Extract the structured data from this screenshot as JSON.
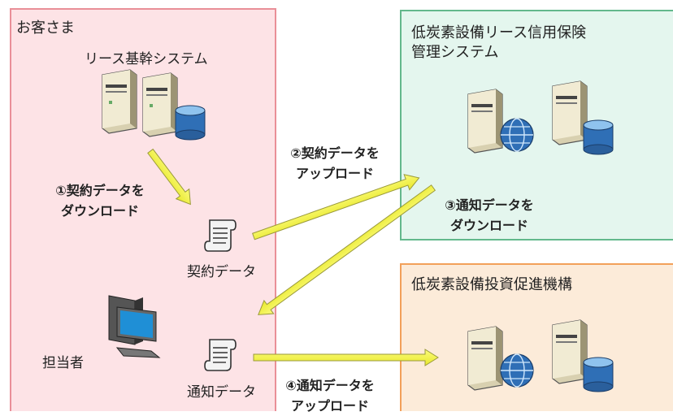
{
  "customer": {
    "title": "お客さま",
    "system_label": "リース基幹システム",
    "contract_doc_label": "契約データ",
    "notice_doc_label": "通知データ",
    "person_label": "担当者"
  },
  "mgmt": {
    "title_line1": "低炭素設備リース信用保険",
    "title_line2": "管理システム"
  },
  "agency": {
    "title": "低炭素設備投資促進機構"
  },
  "steps": {
    "s1_line1": "①契約データを",
    "s1_line2": "ダウンロード",
    "s2_line1": "②契約データを",
    "s2_line2": "アップロード",
    "s3_line1": "③通知データを",
    "s3_line2": "ダウンロード",
    "s4_line1": "④通知データを",
    "s4_line2": "アップロード"
  },
  "colors": {
    "customer_bg": "#fde3e6",
    "mgmt_bg": "#e4f6ee",
    "agency_bg": "#fcebd9",
    "arrow_fill": "#f3f34a"
  }
}
